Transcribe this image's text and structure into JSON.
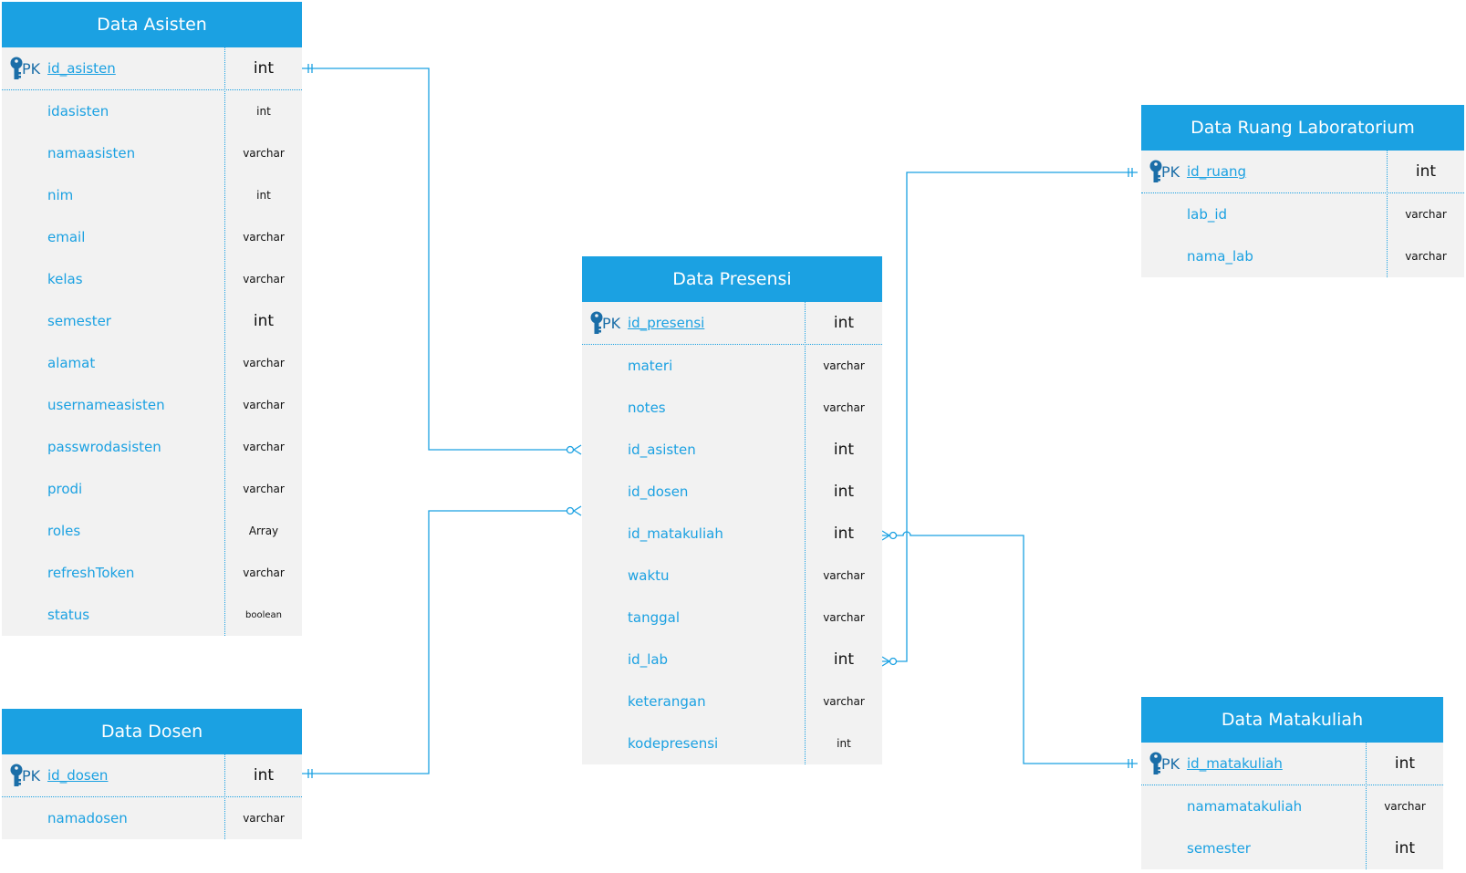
{
  "entities": {
    "asisten": {
      "title": "Data Asisten",
      "pk": {
        "marker": "PK",
        "name": "id_asisten",
        "type": "int"
      },
      "fields": [
        {
          "name": "idasisten",
          "type": "int"
        },
        {
          "name": "namaasisten",
          "type": "varchar"
        },
        {
          "name": "nim",
          "type": "int"
        },
        {
          "name": "email",
          "type": "varchar"
        },
        {
          "name": "kelas",
          "type": "varchar"
        },
        {
          "name": "semester",
          "type": "int"
        },
        {
          "name": "alamat",
          "type": "varchar"
        },
        {
          "name": "usernameasisten",
          "type": "varchar"
        },
        {
          "name": "passwrodasisten",
          "type": "varchar"
        },
        {
          "name": "prodi",
          "type": "varchar"
        },
        {
          "name": "roles",
          "type": "Array"
        },
        {
          "name": "refreshToken",
          "type": "varchar"
        },
        {
          "name": "status",
          "type": "boolean"
        }
      ]
    },
    "dosen": {
      "title": "Data Dosen",
      "pk": {
        "marker": "PK",
        "name": "id_dosen",
        "type": "int"
      },
      "fields": [
        {
          "name": "namadosen",
          "type": "varchar"
        }
      ]
    },
    "presensi": {
      "title": "Data Presensi",
      "pk": {
        "marker": "PK",
        "name": "id_presensi",
        "type": "int"
      },
      "fields": [
        {
          "name": "materi",
          "type": "varchar"
        },
        {
          "name": "notes",
          "type": "varchar"
        },
        {
          "name": "id_asisten",
          "type": "int"
        },
        {
          "name": "id_dosen",
          "type": "int"
        },
        {
          "name": "id_matakuliah",
          "type": "int"
        },
        {
          "name": "waktu",
          "type": "varchar"
        },
        {
          "name": "tanggal",
          "type": "varchar"
        },
        {
          "name": "id_lab",
          "type": "int"
        },
        {
          "name": "keterangan",
          "type": "varchar"
        },
        {
          "name": "kodepresensi",
          "type": "int"
        }
      ]
    },
    "ruang": {
      "title": "Data Ruang Laboratorium",
      "pk": {
        "marker": "PK",
        "name": "id_ruang",
        "type": "int"
      },
      "fields": [
        {
          "name": "lab_id",
          "type": "varchar"
        },
        {
          "name": "nama_lab",
          "type": "varchar"
        }
      ]
    },
    "matakuliah": {
      "title": "Data Matakuliah",
      "pk": {
        "marker": "PK",
        "name": "id_matakuliah",
        "type": "int"
      },
      "fields": [
        {
          "name": "namamatakuliah",
          "type": "varchar"
        },
        {
          "name": "semester",
          "type": "int"
        }
      ]
    }
  },
  "colors": {
    "header": "#1ba1e2",
    "body": "#f2f2f2",
    "field_text": "#1ba1e2",
    "pk_text": "#1b6ea8",
    "connector": "#1ba1e2"
  },
  "relationships": [
    {
      "from": "asisten.id_asisten",
      "to": "presensi.id_asisten",
      "cardinality": "one-to-zero-or-many"
    },
    {
      "from": "dosen.id_dosen",
      "to": "presensi.id_dosen",
      "cardinality": "one-to-zero-or-many"
    },
    {
      "from": "ruang.id_ruang",
      "to": "presensi.id_lab",
      "cardinality": "one-to-zero-or-many"
    },
    {
      "from": "matakuliah.id_matakuliah",
      "to": "presensi.id_matakuliah",
      "cardinality": "one-to-zero-or-many"
    }
  ]
}
